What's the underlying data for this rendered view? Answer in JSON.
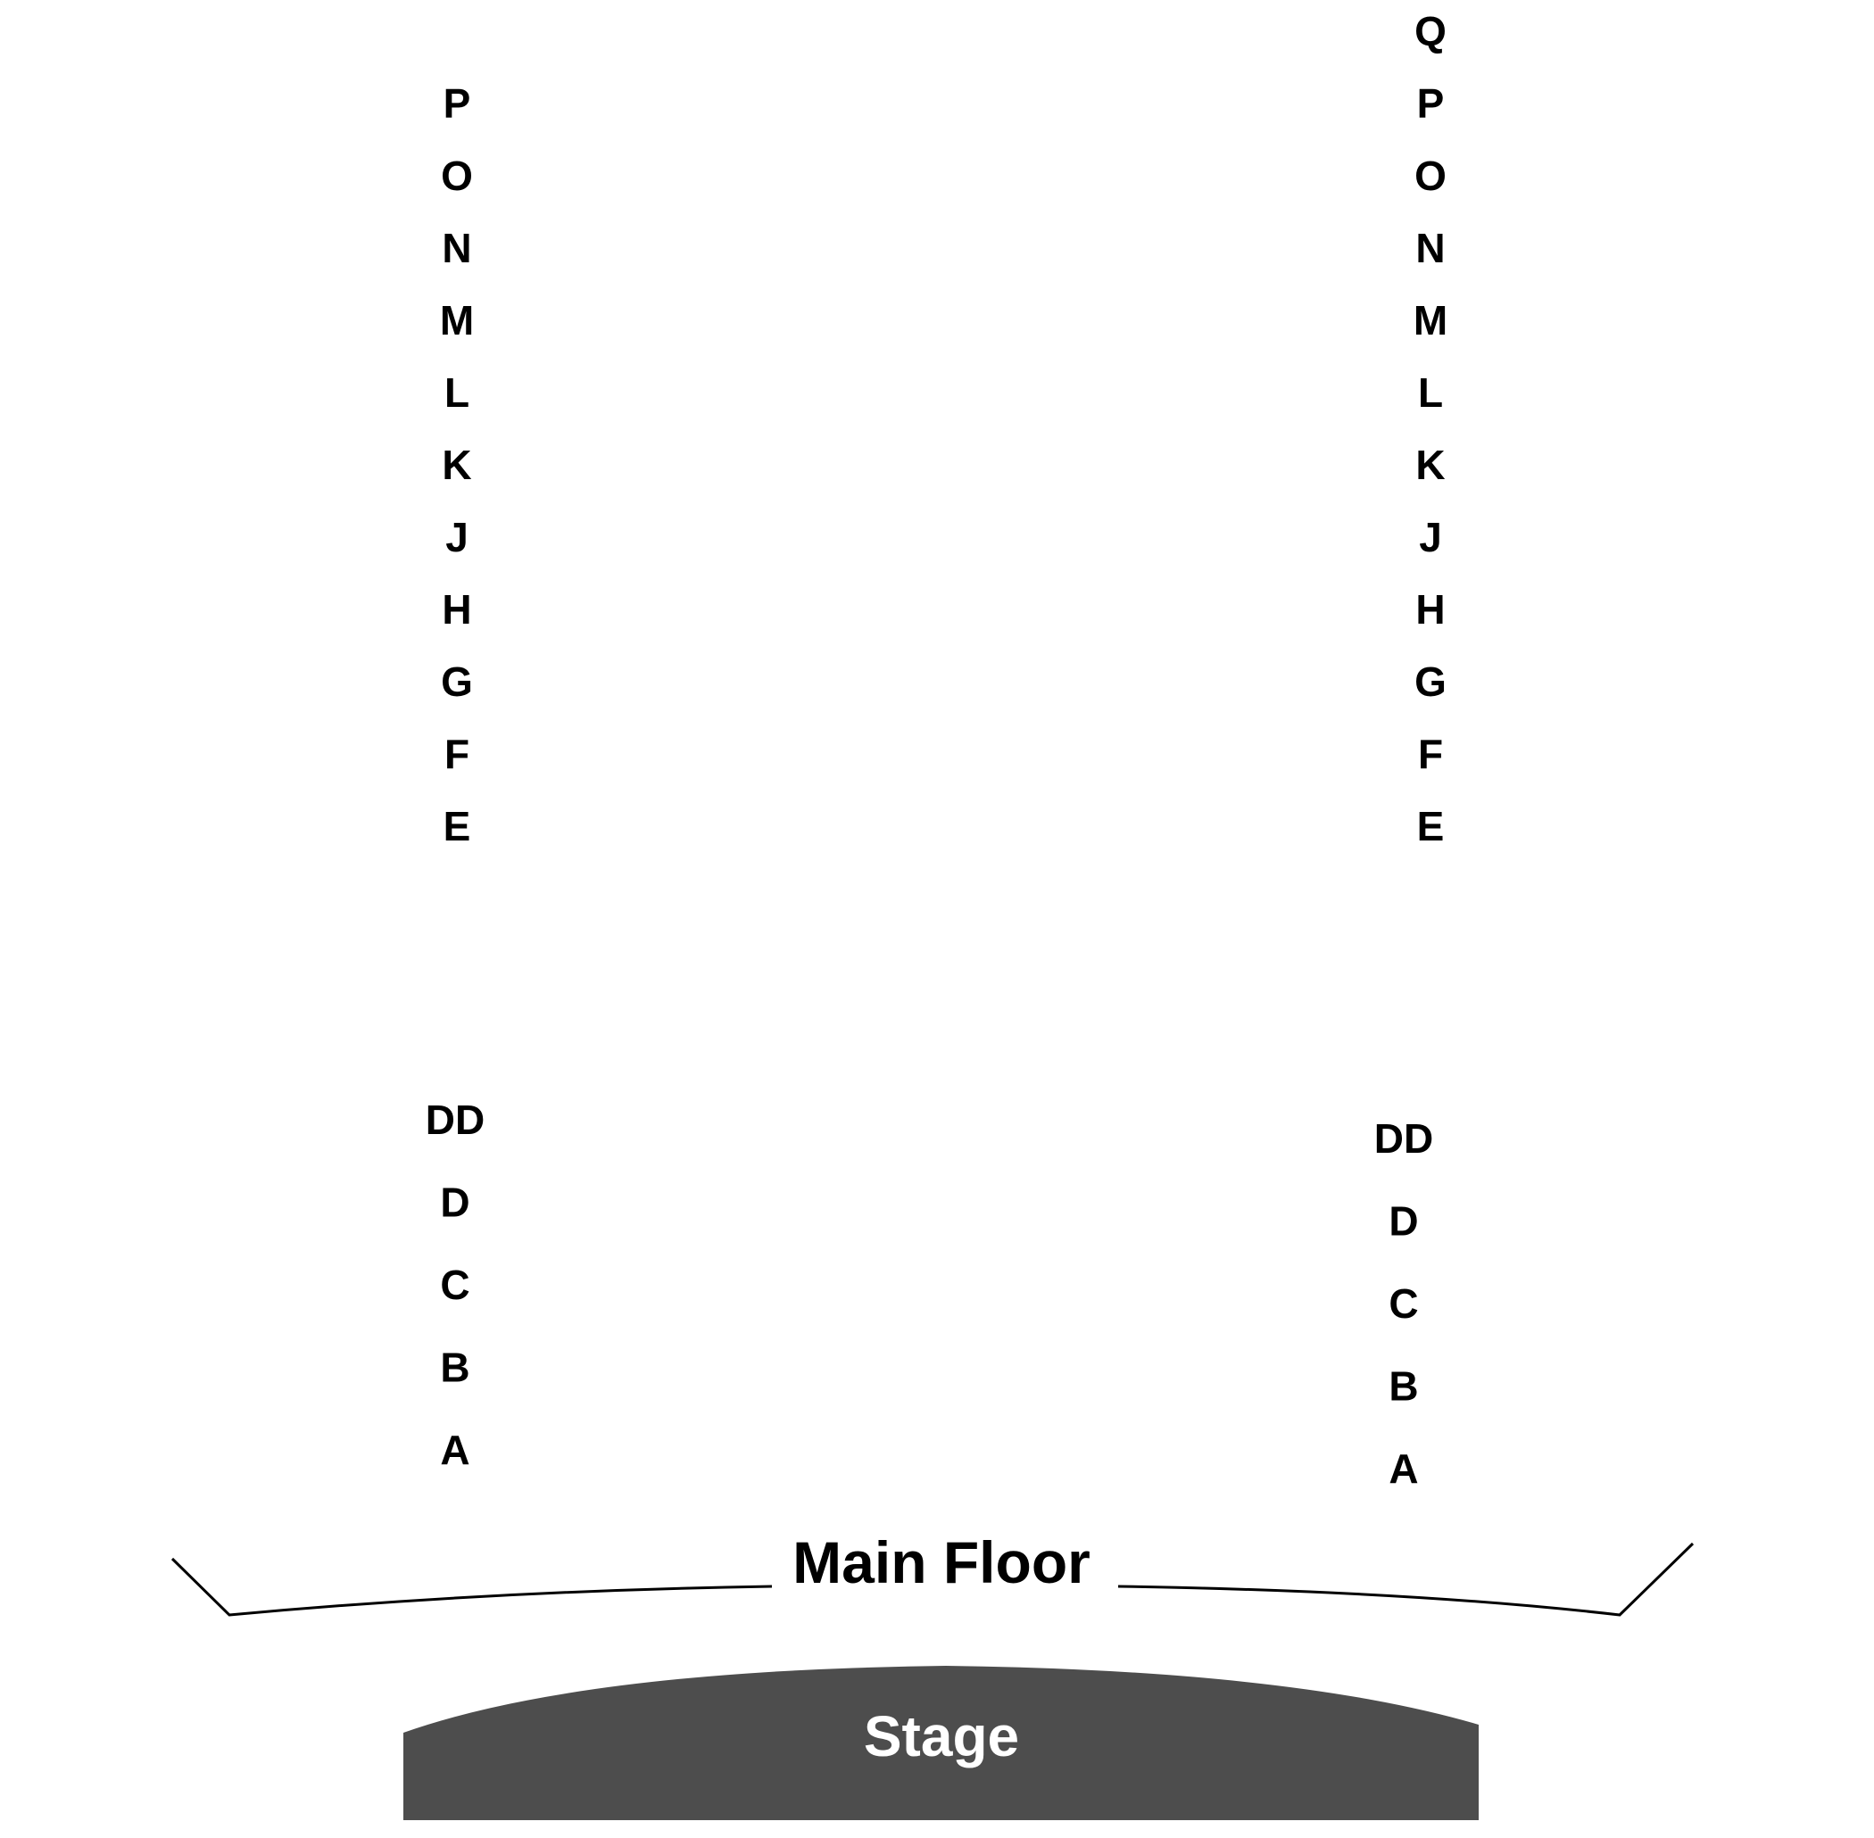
{
  "balcony_rows": {
    "left": [
      "P",
      "O",
      "N",
      "M",
      "L",
      "K",
      "J",
      "H",
      "G",
      "F",
      "E"
    ],
    "right": [
      "Q",
      "P",
      "O",
      "N",
      "M",
      "L",
      "K",
      "J",
      "H",
      "G",
      "F",
      "E"
    ]
  },
  "front_rows": {
    "left": [
      "DD",
      "D",
      "C",
      "B",
      "A"
    ],
    "right": [
      "DD",
      "D",
      "C",
      "B",
      "A"
    ]
  },
  "main_floor_label": "Main Floor",
  "stage_label": "Stage",
  "colors": {
    "stage": "#4d4d4d",
    "text": "#000000",
    "stage_text": "#ffffff",
    "background": "#ffffff"
  }
}
